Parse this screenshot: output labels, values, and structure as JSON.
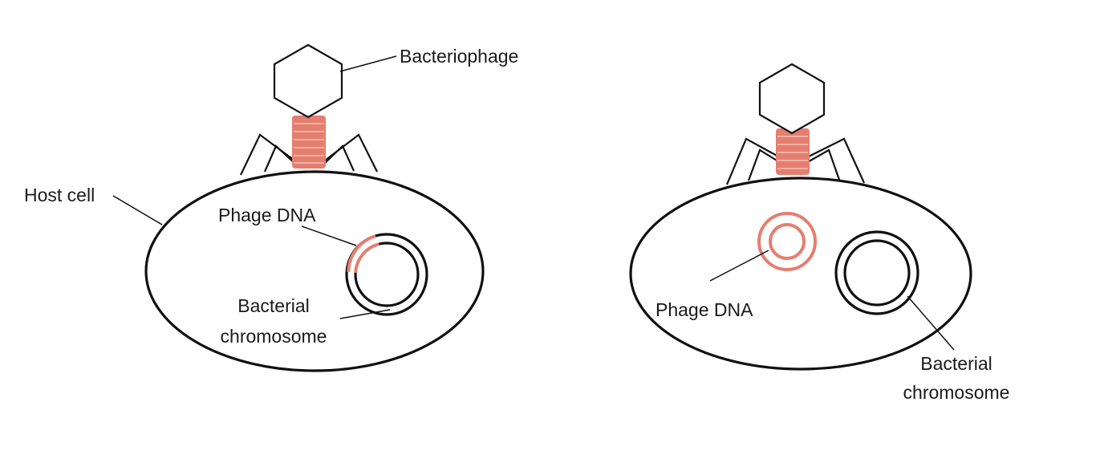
{
  "labels": {
    "bacteriophage": "Bacteriophage",
    "host_cell": "Host cell",
    "phage_dna_left": "Phage DNA",
    "bacterial_chromosome_left_line1": "Bacterial",
    "bacterial_chromosome_left_line2": "chromosome",
    "phage_dna_right": "Phage DNA",
    "bacterial_chromosome_right_line1": "Bacterial",
    "bacterial_chromosome_right_line2": "chromosome"
  },
  "colors": {
    "phage_tail": "#e57e6f",
    "phage_dna": "#e57e6f",
    "outline": "#111111",
    "background": "#ffffff"
  }
}
